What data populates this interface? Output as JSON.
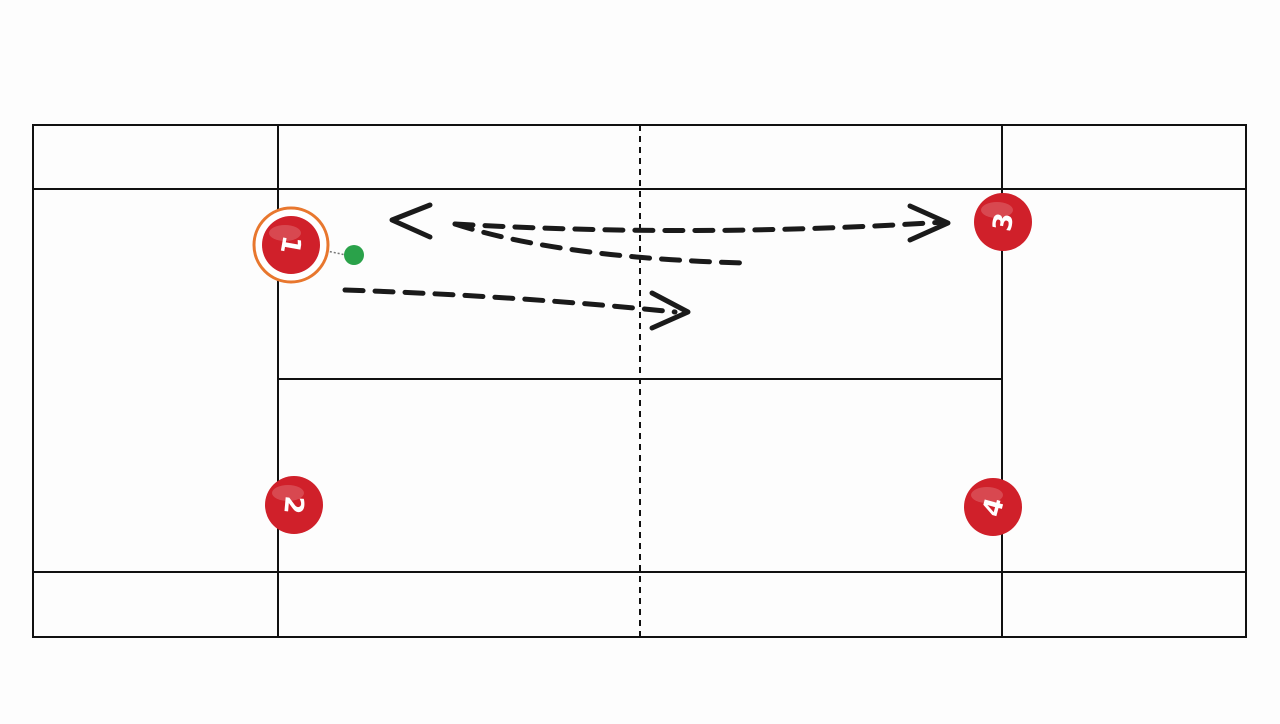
{
  "colors": {
    "court_line": "#111111",
    "player_fill": "#d0202a",
    "player_text": "#ffffff",
    "highlight_ring": "#e8772e",
    "ball": "#2aa24a",
    "path": "#1a1a1a"
  },
  "players": [
    {
      "id": "p1",
      "label": "1",
      "highlighted": true
    },
    {
      "id": "p2",
      "label": "2",
      "highlighted": false
    },
    {
      "id": "p3",
      "label": "3",
      "highlighted": false
    },
    {
      "id": "p4",
      "label": "4",
      "highlighted": false
    }
  ],
  "icons": {
    "ball": "shuttle-ball-icon",
    "arrow": "arrow-head-icon"
  }
}
